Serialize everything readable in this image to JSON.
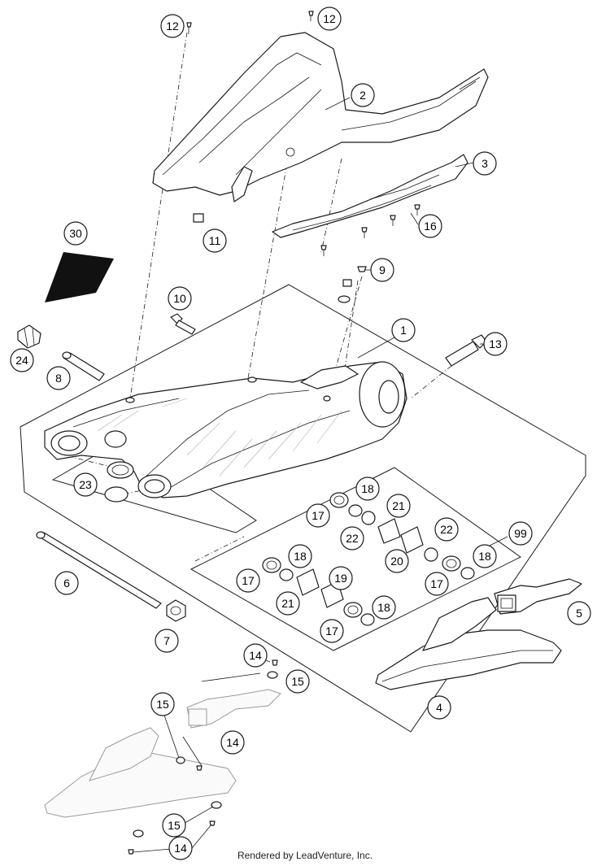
{
  "callouts": [
    {
      "id": "c1",
      "label": "1"
    },
    {
      "id": "c2",
      "label": "2"
    },
    {
      "id": "c3",
      "label": "3"
    },
    {
      "id": "c4",
      "label": "4"
    },
    {
      "id": "c5",
      "label": "5"
    },
    {
      "id": "c6",
      "label": "6"
    },
    {
      "id": "c7",
      "label": "7"
    },
    {
      "id": "c8",
      "label": "8"
    },
    {
      "id": "c9",
      "label": "9"
    },
    {
      "id": "c10",
      "label": "10"
    },
    {
      "id": "c11",
      "label": "11"
    },
    {
      "id": "c12a",
      "label": "12"
    },
    {
      "id": "c12b",
      "label": "12"
    },
    {
      "id": "c13",
      "label": "13"
    },
    {
      "id": "c14a",
      "label": "14"
    },
    {
      "id": "c14b",
      "label": "14"
    },
    {
      "id": "c14c",
      "label": "14"
    },
    {
      "id": "c15a",
      "label": "15"
    },
    {
      "id": "c15b",
      "label": "15"
    },
    {
      "id": "c15c",
      "label": "15"
    },
    {
      "id": "c16",
      "label": "16"
    },
    {
      "id": "c17a",
      "label": "17"
    },
    {
      "id": "c17b",
      "label": "17"
    },
    {
      "id": "c17c",
      "label": "17"
    },
    {
      "id": "c17d",
      "label": "17"
    },
    {
      "id": "c18a",
      "label": "18"
    },
    {
      "id": "c18b",
      "label": "18"
    },
    {
      "id": "c18c",
      "label": "18"
    },
    {
      "id": "c18d",
      "label": "18"
    },
    {
      "id": "c19",
      "label": "19"
    },
    {
      "id": "c20",
      "label": "20"
    },
    {
      "id": "c21a",
      "label": "21"
    },
    {
      "id": "c21b",
      "label": "21"
    },
    {
      "id": "c22a",
      "label": "22"
    },
    {
      "id": "c22b",
      "label": "22"
    },
    {
      "id": "c23",
      "label": "23"
    },
    {
      "id": "c24",
      "label": "24"
    },
    {
      "id": "c30",
      "label": "30"
    },
    {
      "id": "c99",
      "label": "99"
    }
  ],
  "footer": "Rendered by LeadVenture, Inc."
}
